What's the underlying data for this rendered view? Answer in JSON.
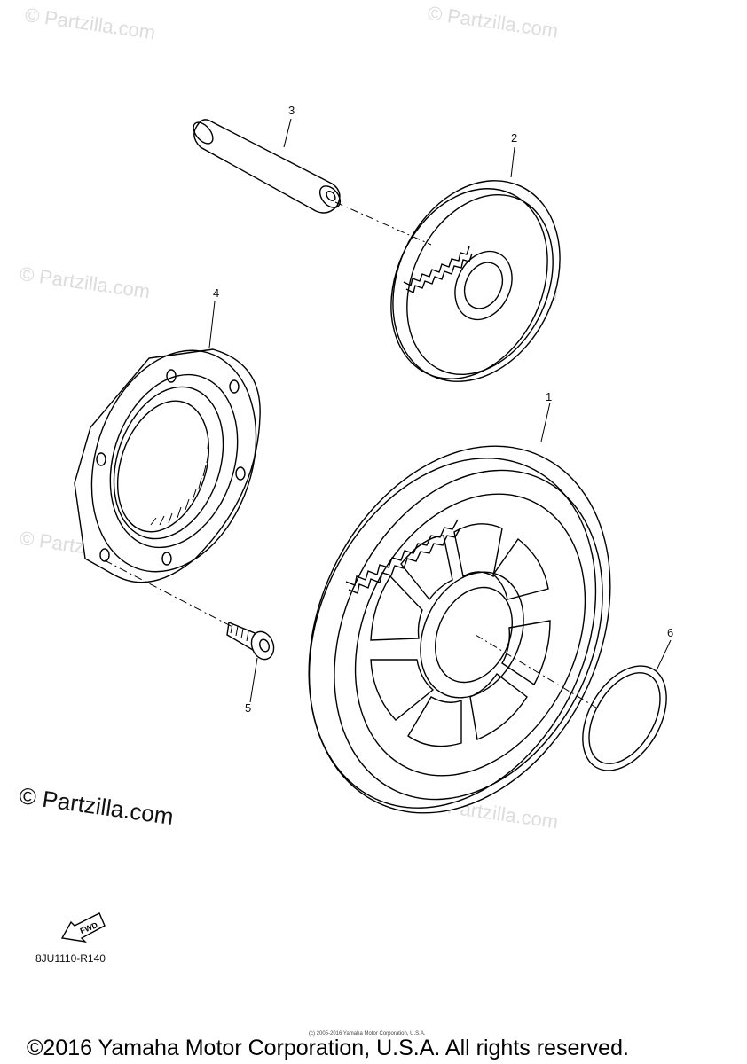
{
  "watermark": {
    "text": "© Partzilla.com",
    "main_text": "© Partzilla.com"
  },
  "callouts": [
    {
      "label": "1"
    },
    {
      "label": "2"
    },
    {
      "label": "3"
    },
    {
      "label": "4"
    },
    {
      "label": "5"
    },
    {
      "label": "6"
    }
  ],
  "fwd_label": "FWD",
  "drawing_code": "8JU1110-R140",
  "fine_print": "(c) 2005-2016 Yamaha Motor Corporation, U.S.A.",
  "copyright": "©2016 Yamaha Motor Corporation, U.S.A. All rights reserved."
}
